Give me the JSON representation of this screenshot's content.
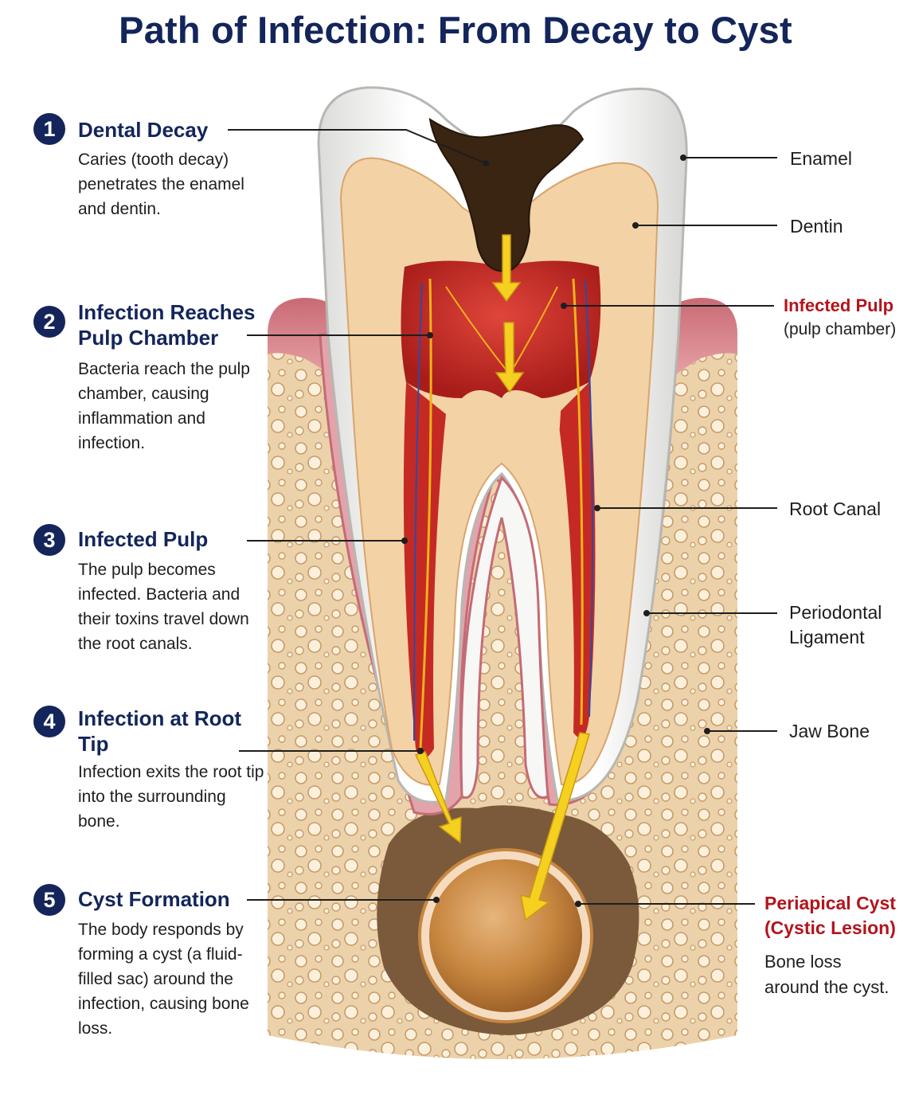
{
  "title": "Path of Infection: From Decay to Cyst",
  "steps": [
    {
      "num": "1",
      "title": "Dental Decay",
      "desc": "Caries (tooth decay) penetrates the enamel and dentin."
    },
    {
      "num": "2",
      "title": "Infection Reaches Pulp Chamber",
      "desc": "Bacteria reach the pulp chamber, causing inflammation and infection."
    },
    {
      "num": "3",
      "title": "Infected Pulp",
      "desc": "The pulp becomes infected. Bacteria and their toxins travel down the root canals."
    },
    {
      "num": "4",
      "title": "Infection at Root Tip",
      "desc": "Infection exits the root tip into the surrounding bone."
    },
    {
      "num": "5",
      "title": "Cyst Formation",
      "desc": "The body responds by forming a cyst (a fluid-filled sac) around the infection, causing bone loss."
    }
  ],
  "labels": {
    "enamel": "Enamel",
    "dentin": "Dentin",
    "infected_pulp": "Infected Pulp",
    "infected_pulp_sub": "(pulp chamber)",
    "root_canal": "Root Canal",
    "periodontal_ligament": "Periodontal Ligament",
    "jaw_bone": "Jaw Bone",
    "periapical_cyst": "Periapical Cyst (Cystic Lesion)",
    "periapical_desc": "Bone loss around the cyst."
  },
  "colors": {
    "navy": "#13255b",
    "label_red": "#b3141d",
    "enamel": "#f4f4f2",
    "dentin": "#f3d2a6",
    "pulp": "#c42a23",
    "gum": "#e9a2a8",
    "bone": "#ecd2aa",
    "arrow": "#f5d020"
  }
}
